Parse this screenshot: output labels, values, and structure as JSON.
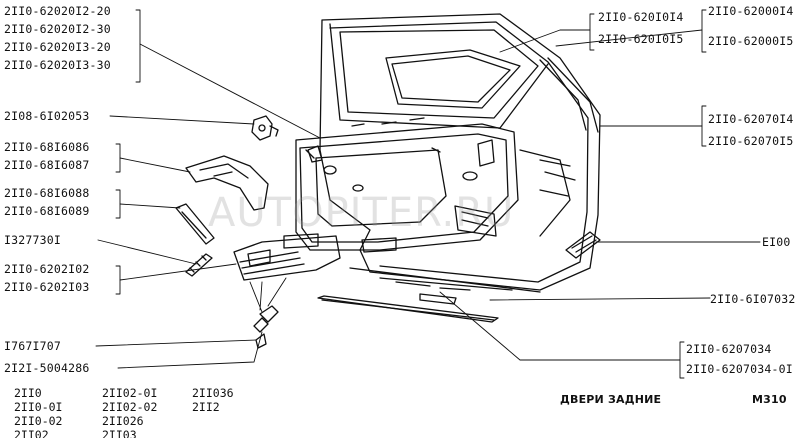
{
  "watermark": "AUTOPITER.RU",
  "title": "ДВЕРИ ЗАДНИЕ",
  "code": "M310",
  "callouts": {
    "glass_run": [
      "2II0-62020I2-20",
      "2II0-62020I2-30",
      "2II0-62020I3-20",
      "2II0-62020I3-30"
    ],
    "clip": [
      "2I08-6I02053"
    ],
    "handle": [
      "2II0-68I6086",
      "2II0-68I6087"
    ],
    "cover": [
      "2II0-68I6088",
      "2II0-68I6089"
    ],
    "screw": [
      "I327730I"
    ],
    "trim": [
      "2II0-6202I02",
      "2II0-6202I03"
    ],
    "bolt": [
      "I767I707"
    ],
    "plug": [
      "2I2I-5004286"
    ],
    "window_frame": [
      "2II0-620I0I4",
      "2II0-620I0I5"
    ],
    "door_top": [
      "2II0-62000I4",
      "2II0-62000I5"
    ],
    "seal_side": [
      "2II0-62070I4",
      "2II0-62070I5"
    ],
    "lamp": [
      "EI00"
    ],
    "molding": [
      "2II0-6I07032"
    ],
    "seal_bottom": [
      "2II0-6207034",
      "2II0-6207034-0I"
    ]
  },
  "models": {
    "col1": [
      "2II0",
      "2II0-0I",
      "2II0-02",
      "2II02"
    ],
    "col2": [
      "2II02-0I",
      "2II02-02",
      "2II026",
      "2II03"
    ],
    "col3": [
      "2II036",
      "2II2"
    ]
  }
}
